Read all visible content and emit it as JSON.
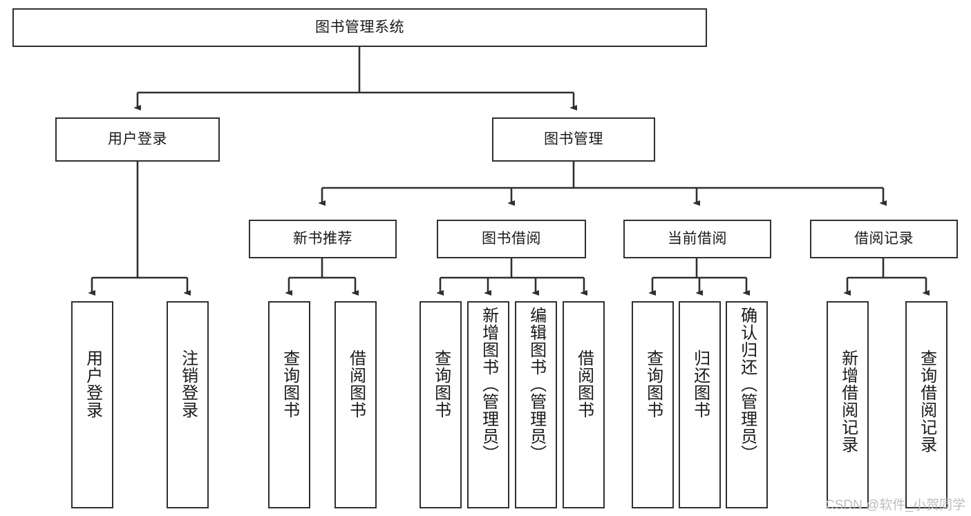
{
  "diagram": {
    "title": "图书管理系统",
    "watermark": "CSDN @软件_小贺同学",
    "colors": {
      "stroke": "#2f2f2f",
      "fill": "#ffffff",
      "text": "#1a1a1a",
      "watermark": "#bdbdbd"
    },
    "root": {
      "label": "图书管理系统"
    },
    "level1": [
      {
        "label": "用户登录"
      },
      {
        "label": "图书管理"
      }
    ],
    "level2": [
      {
        "label": "新书推荐"
      },
      {
        "label": "图书借阅"
      },
      {
        "label": "当前借阅"
      },
      {
        "label": "借阅记录"
      }
    ],
    "leaves": [
      {
        "label": "用户登录",
        "parent": "用户登录"
      },
      {
        "label": "注销登录",
        "parent": "用户登录"
      },
      {
        "label": "查询图书",
        "parent": "新书推荐"
      },
      {
        "label": "借阅图书",
        "parent": "新书推荐"
      },
      {
        "label": "查询图书",
        "parent": "图书借阅"
      },
      {
        "label": "新增图书（管理员）",
        "parent": "图书借阅"
      },
      {
        "label": "编辑图书（管理员）",
        "parent": "图书借阅"
      },
      {
        "label": "借阅图书",
        "parent": "图书借阅"
      },
      {
        "label": "查询图书",
        "parent": "当前借阅"
      },
      {
        "label": "归还图书",
        "parent": "当前借阅"
      },
      {
        "label": "确认归还（管理员）",
        "parent": "当前借阅"
      },
      {
        "label": "新增借阅记录",
        "parent": "借阅记录"
      },
      {
        "label": "查询借阅记录",
        "parent": "借阅记录"
      }
    ]
  }
}
